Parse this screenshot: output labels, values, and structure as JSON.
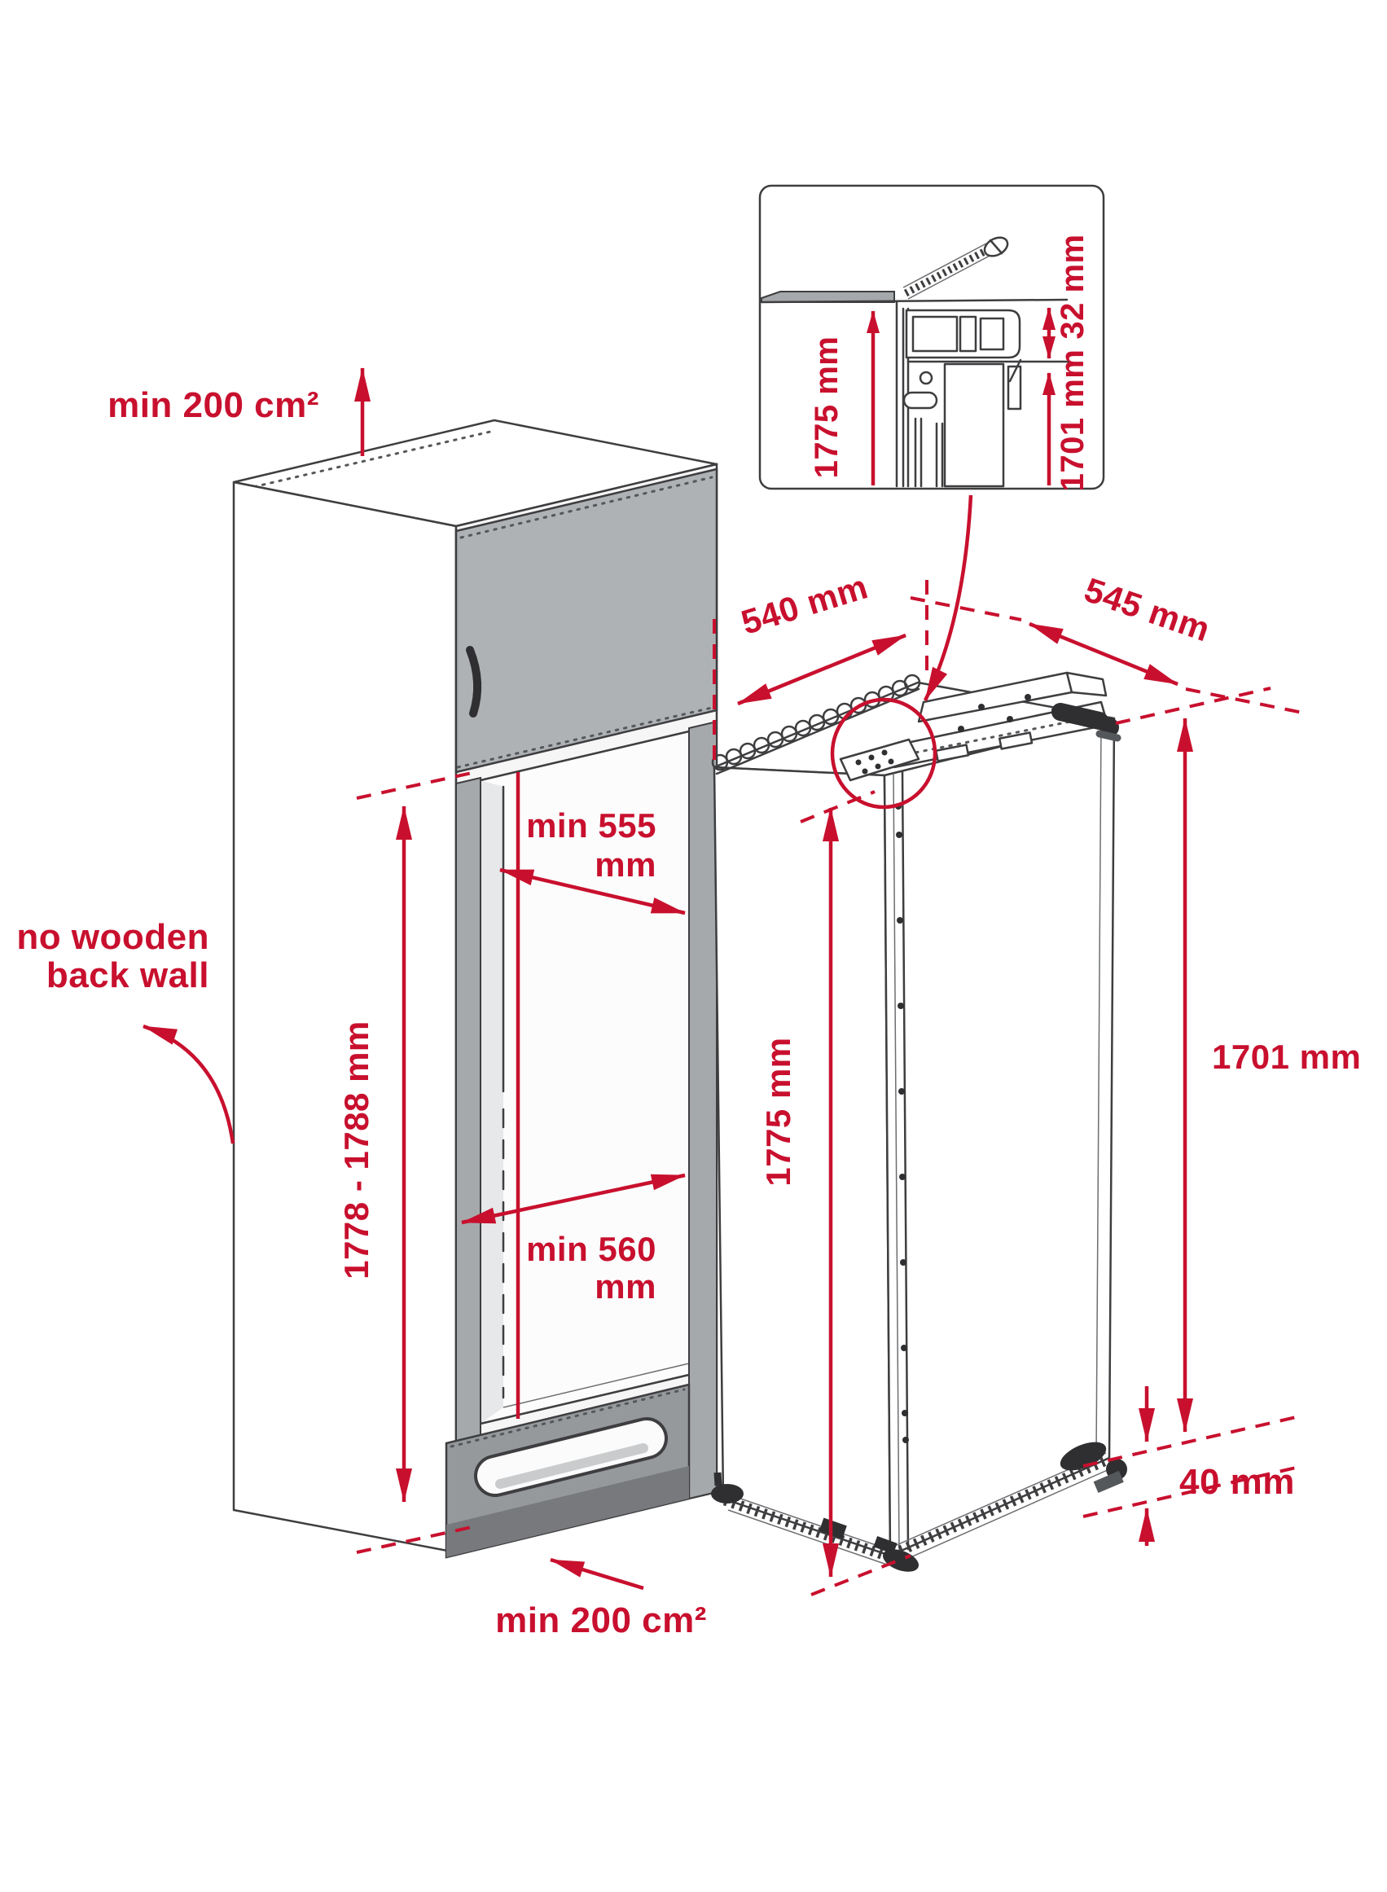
{
  "diagram": {
    "title_semantic": "built-in refrigerator installation dimensions",
    "colors": {
      "accent_red": "#C8102E",
      "line_dark": "#3E3E40",
      "panel_grey": "#AFB2B5"
    },
    "cabinet": {
      "top_vent_label": "min 200 cm²",
      "back_wall_note": {
        "line1": "no wooden",
        "line2": "back wall"
      },
      "niche_height_label": "1778 - 1788 mm",
      "niche_depth_top": {
        "line1": "min 555",
        "line2": "mm"
      },
      "niche_depth_bottom": {
        "line1": "min 560",
        "line2": "mm"
      },
      "bottom_vent_label": "min 200 cm²"
    },
    "appliance": {
      "width_label": "540 mm",
      "depth_label": "545 mm",
      "height_label": "1775 mm",
      "recess_height_label": "1701 mm",
      "base_clearance_label": "40 mm"
    },
    "inset_detail": {
      "height_label": "1775 mm",
      "top_gap_label": "32 mm",
      "recess_height_label": "1701 mm"
    }
  }
}
